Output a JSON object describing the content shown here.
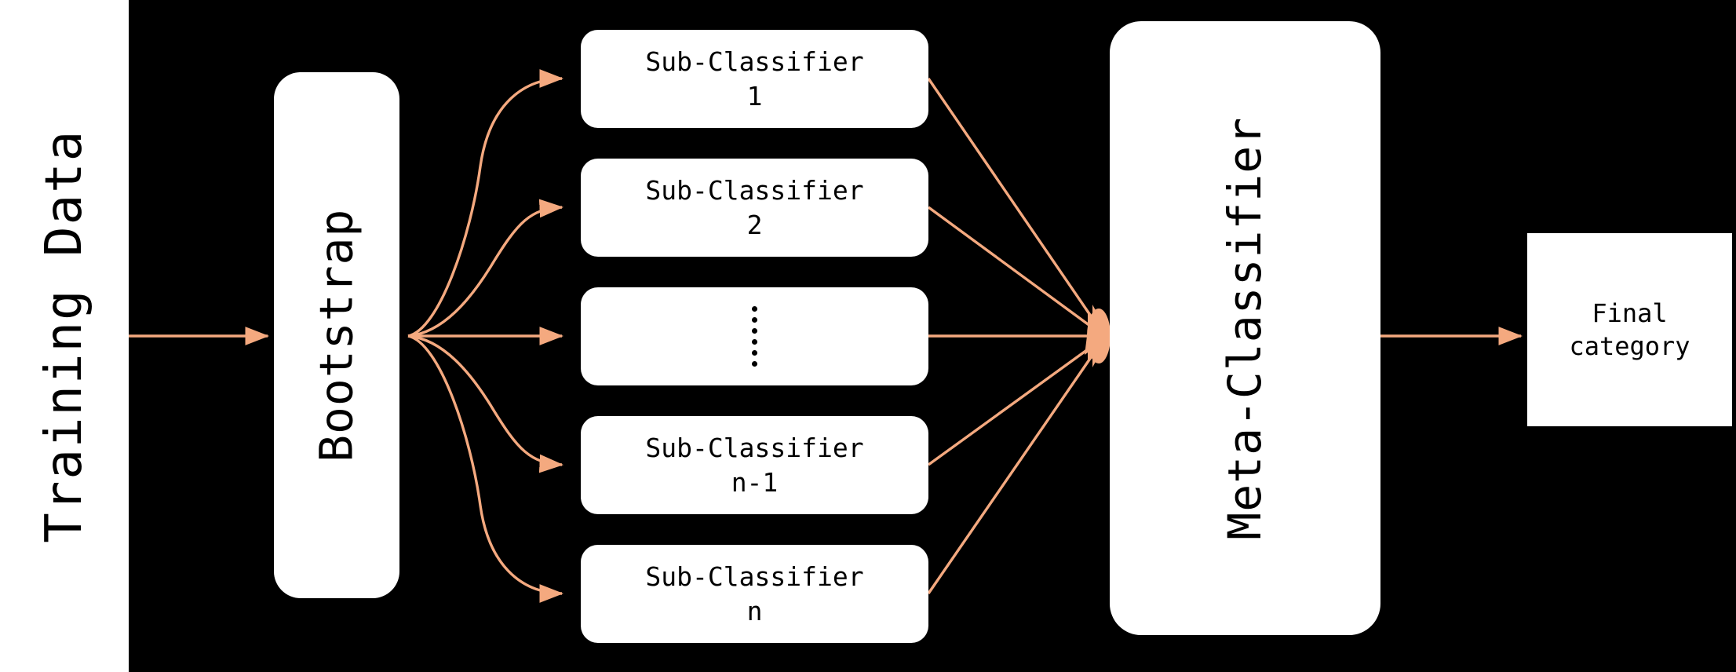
{
  "diagram": {
    "title": "Bagging / Stacking ensemble classifier pipeline",
    "background_color": "#000000",
    "node_fill": "#ffffff",
    "node_text_color": "#000000",
    "edge_color": "#f4a97f"
  },
  "nodes": {
    "training_data": {
      "label": "Training Data",
      "shape": "rectangle",
      "orientation": "vertical"
    },
    "bootstrap": {
      "label": "Bootstrap",
      "shape": "rounded-rectangle",
      "orientation": "vertical"
    },
    "meta_classifier": {
      "label": "Meta-Classifier",
      "shape": "rounded-rectangle",
      "orientation": "vertical"
    },
    "final_category": {
      "label_line1": "Final",
      "label_line2": "category",
      "shape": "rectangle",
      "orientation": "horizontal"
    }
  },
  "sub_classifiers": [
    {
      "line1": "Sub-Classifier",
      "line2": "1",
      "is_ellipsis": false
    },
    {
      "line1": "Sub-Classifier",
      "line2": "2",
      "is_ellipsis": false
    },
    {
      "line1": "",
      "line2": "",
      "is_ellipsis": true
    },
    {
      "line1": "Sub-Classifier",
      "line2": "n-1",
      "is_ellipsis": false
    },
    {
      "line1": "Sub-Classifier",
      "line2": "n",
      "is_ellipsis": false
    }
  ],
  "edges": [
    {
      "from": "training_data",
      "to": "bootstrap",
      "style": "straight-arrow"
    },
    {
      "from": "bootstrap",
      "to": "sub_classifier_1",
      "style": "curved-arrow"
    },
    {
      "from": "bootstrap",
      "to": "sub_classifier_2",
      "style": "curved-arrow"
    },
    {
      "from": "bootstrap",
      "to": "sub_classifier_ellipsis",
      "style": "straight-arrow"
    },
    {
      "from": "bootstrap",
      "to": "sub_classifier_n-1",
      "style": "curved-arrow"
    },
    {
      "from": "bootstrap",
      "to": "sub_classifier_n",
      "style": "curved-arrow"
    },
    {
      "from": "sub_classifier_1",
      "to": "meta_classifier",
      "style": "straight-arrow"
    },
    {
      "from": "sub_classifier_2",
      "to": "meta_classifier",
      "style": "straight-arrow"
    },
    {
      "from": "sub_classifier_ellipsis",
      "to": "meta_classifier",
      "style": "straight-arrow"
    },
    {
      "from": "sub_classifier_n-1",
      "to": "meta_classifier",
      "style": "straight-arrow"
    },
    {
      "from": "sub_classifier_n",
      "to": "meta_classifier",
      "style": "straight-arrow"
    },
    {
      "from": "meta_classifier",
      "to": "final_category",
      "style": "straight-arrow"
    }
  ]
}
